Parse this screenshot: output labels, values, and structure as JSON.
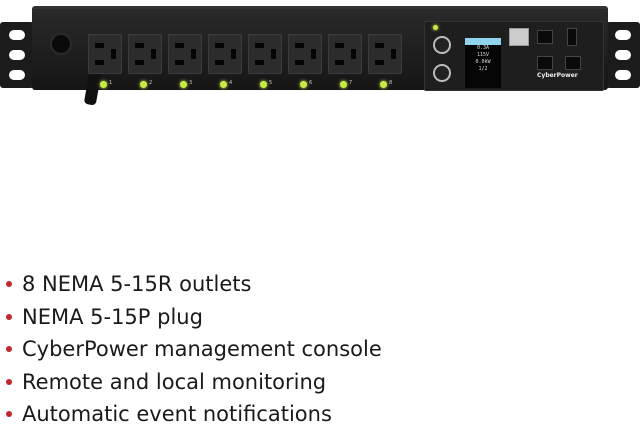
{
  "product": {
    "outlet_labels": [
      "1",
      "2",
      "3",
      "4",
      "5",
      "6",
      "7",
      "8"
    ],
    "display": {
      "lines": [
        "0.3A",
        "115V",
        "0.0kW",
        "1/2"
      ]
    },
    "brand": "CyberPower",
    "led_color": "#c9e84a"
  },
  "features": [
    "8 NEMA 5-15R outlets",
    "NEMA 5-15P plug",
    "CyberPower management console",
    "Remote and local monitoring",
    "Automatic event notifications"
  ],
  "colors": {
    "bullet": "#c0282d"
  }
}
